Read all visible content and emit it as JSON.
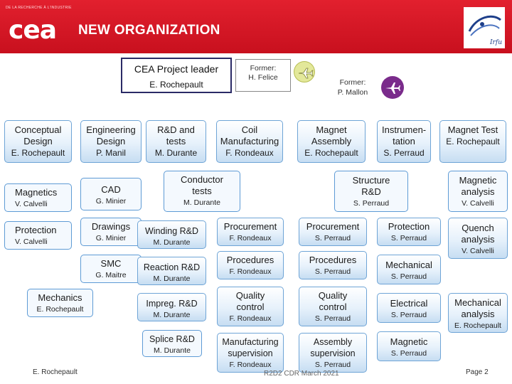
{
  "header": {
    "cea_tagline": "DE LA RECHERCHE À L'INDUSTRIE",
    "cea_logo_text": "cea",
    "title": "NEW ORGANIZATION",
    "irfu_logo_text": "Irfu"
  },
  "leader": {
    "title": "CEA Project leader",
    "name": "E. Rochepault"
  },
  "former_felice": {
    "label": "Former:",
    "name": "H. Felice"
  },
  "former_mallon": {
    "label": "Former:",
    "name": "P. Mallon"
  },
  "icons": {
    "former_felice": "airplane-icon",
    "former_mallon": "airplane-icon"
  },
  "colors": {
    "header_red": "#d41726",
    "box_border": "#5e9bd5",
    "box_fill": "#e6f1fb",
    "leader_border": "#2a2a66",
    "former_purple": "#7a2b8b"
  },
  "nodes": {
    "conceptual": {
      "title": "Conceptual Design",
      "name": "E. Rochepault"
    },
    "engineering": {
      "title": "Engineering Design",
      "name": "P. Manil"
    },
    "rd_tests": {
      "title": "R&D and tests",
      "name": "M. Durante"
    },
    "coil_mfg": {
      "title": "Coil Manufacturing",
      "name": "F. Rondeaux"
    },
    "magnet_assembly": {
      "title": "Magnet Assembly",
      "name": "E. Rochepault"
    },
    "instrumentation": {
      "title": "Instrumen-tation",
      "name": "S. Perraud"
    },
    "magnet_test": {
      "title": "Magnet Test",
      "name": "E. Rochepault"
    },
    "magnetics": {
      "title": "Magnetics",
      "name": "V. Calvelli"
    },
    "cad": {
      "title": "CAD",
      "name": "G. Minier"
    },
    "conductor_tests": {
      "title": "Conductor tests",
      "name": "M. Durante"
    },
    "structure_rd": {
      "title": "Structure R&D",
      "name": "S. Perraud"
    },
    "magnetic_analysis": {
      "title": "Magnetic analysis",
      "name": "V. Calvelli"
    },
    "protection_left": {
      "title": "Protection",
      "name": "V. Calvelli"
    },
    "drawings": {
      "title": "Drawings",
      "name": "G. Minier"
    },
    "winding_rd": {
      "title": "Winding R&D",
      "name": "M. Durante"
    },
    "procurement_coil": {
      "title": "Procurement",
      "name": "F. Rondeaux"
    },
    "procurement_assembly": {
      "title": "Procurement",
      "name": "S. Perraud"
    },
    "protection_instr": {
      "title": "Protection",
      "name": "S. Perraud"
    },
    "quench_analysis": {
      "title": "Quench analysis",
      "name": "V. Calvelli"
    },
    "smc": {
      "title": "SMC",
      "name": "G. Maitre"
    },
    "reaction_rd": {
      "title": "Reaction R&D",
      "name": "M. Durante"
    },
    "procedures_coil": {
      "title": "Procedures",
      "name": "F. Rondeaux"
    },
    "procedures_assembly": {
      "title": "Procedures",
      "name": "S. Perraud"
    },
    "mechanical_instr": {
      "title": "Mechanical",
      "name": "S. Perraud"
    },
    "mechanics": {
      "title": "Mechanics",
      "name": "E. Rochepault"
    },
    "impreg_rd": {
      "title": "Impreg. R&D",
      "name": "M. Durante"
    },
    "quality_coil": {
      "title": "Quality control",
      "name": "F. Rondeaux"
    },
    "quality_assembly": {
      "title": "Quality control",
      "name": "S. Perraud"
    },
    "electrical": {
      "title": "Electrical",
      "name": "S. Perraud"
    },
    "mechanical_analysis": {
      "title": "Mechanical analysis",
      "name": "E. Rochepault"
    },
    "splice_rd": {
      "title": "Splice R&D",
      "name": "M. Durante"
    },
    "mfg_supervision": {
      "title": "Manufacturing supervision",
      "name": "F. Rondeaux"
    },
    "assembly_supervision": {
      "title": "Assembly supervision",
      "name": "S. Perraud"
    },
    "magnetic_instr": {
      "title": "Magnetic",
      "name": "S. Perraud"
    }
  },
  "footer": {
    "author": "E. Rochepault",
    "event": "R2D2 CDR March 2021",
    "page": "Page 2"
  }
}
